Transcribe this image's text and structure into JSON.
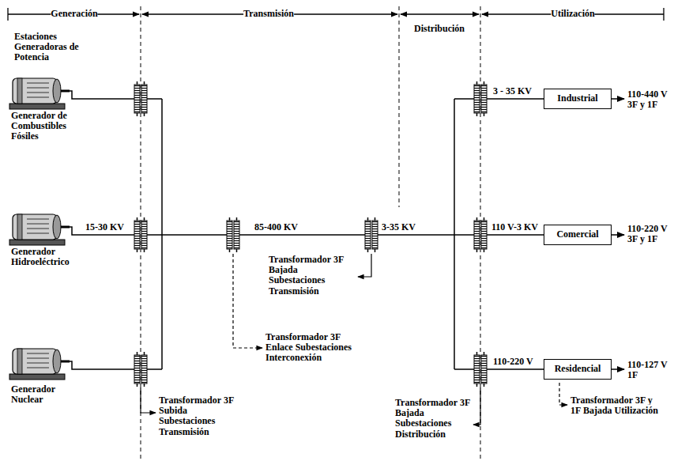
{
  "diagram": {
    "nodes": [
      {
        "text": [
          "Industrial"
        ]
      },
      {
        "text": [
          "Comercial"
        ]
      },
      {
        "text": [
          "Residencial"
        ]
      }
    ],
    "labels": [
      "Generación",
      "Transmisión",
      "Distribución",
      "Utilización",
      "Estaciones Generadoras de Potencia",
      "Generador de Combustibles Fósiles",
      "Generador Hidroeléctrico",
      "Generador Nuclear",
      "15-30 KV",
      "85-400 KV",
      "3-35 KV",
      "3 - 35 KV",
      "110 V-3 KV",
      "110-220 V",
      "110-440 V 3F y 1F",
      "110-220 V 3F y 1F",
      "110-127 V 1F",
      "Transformador 3F Subida Subestaciones Transmisión",
      "Transformador 3F Enlace Subestaciones Interconexión",
      "Transformador 3F Bajada Subestaciones Transmisión",
      "Transformador 3F Bajada Subestaciones Distribución",
      "Transformador 3F y 1F Bajada Utilización"
    ]
  }
}
